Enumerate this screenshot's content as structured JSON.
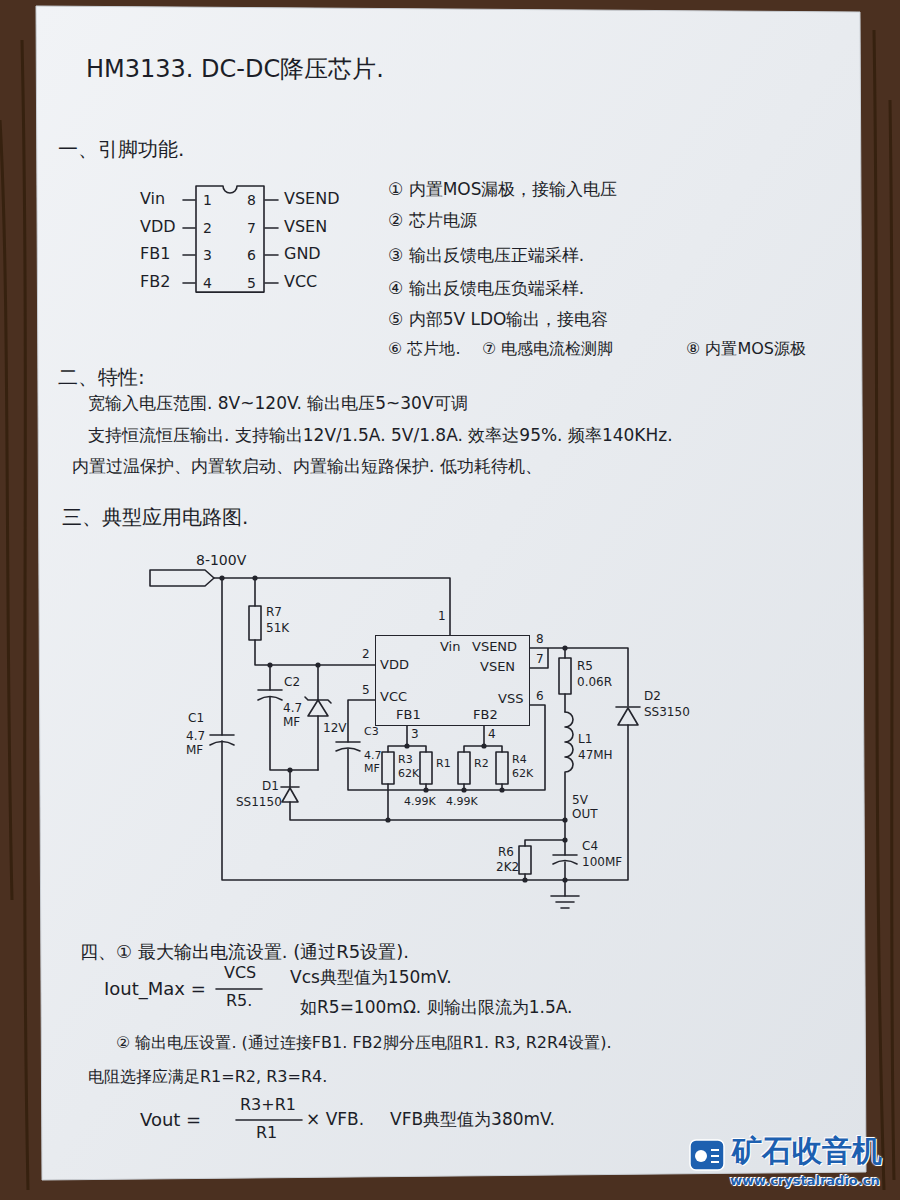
{
  "diagram": {
    "title": "HM3133. DC-DC降压芯片.",
    "nodes": [
      {
        "text": [
          "1",
          "2",
          "3",
          "4",
          "8",
          "7",
          "6",
          "5"
        ]
      },
      {
        "text": [
          "Vin",
          "VDD",
          "VCC",
          "FB1",
          "FB2",
          "VSEND",
          "VSEN",
          "VSS"
        ]
      }
    ],
    "labels": [
      "一、引脚功能.",
      "Vin",
      "VDD",
      "FB1",
      "FB2",
      "VSEND",
      "VSEN",
      "GND",
      "VCC",
      "① 内置MOS漏极，接输入电压",
      "② 芯片电源",
      "③ 输出反馈电压正端采样.",
      "④ 输出反馈电压负端采样.",
      "⑤ 内部5V LDO输出，接电容",
      "⑥ 芯片地.",
      "⑦ 电感电流检测脚",
      "⑧ 内置MOS源极",
      "二、特性:",
      "宽输入电压范围. 8V~120V. 输出电压5~30V可调",
      "支持恒流恒压输出. 支持输出12V/1.5A. 5V/1.8A. 效率达95%. 频率140KHz.",
      "内置过温保护、内置软启动、内置输出短路保护. 低功耗待机、",
      "三、典型应用电路图.",
      "8-100V",
      "R7",
      "51K",
      "C1",
      "4.7 MF",
      "C2",
      "4.7 MF",
      "12V",
      "D1",
      "SS1150",
      "2",
      "5",
      "C3",
      "4.7 MF",
      "1",
      "3",
      "4",
      "R3",
      "62K",
      "R1",
      "R2",
      "R4",
      "62K",
      "4.99K",
      "4.99K",
      "8",
      "7",
      "6",
      "R5",
      "0.06R",
      "L1",
      "47MH",
      "D2",
      "SS3150",
      "5V OUT",
      "R6",
      "2K2",
      "C4",
      "100MF",
      "四、① 最大输出电流设置. (通过R5设置).",
      "Iout_Max =",
      "VCS",
      "R5.",
      "Vcs典型值为150mV.",
      "如R5=100mΩ. 则输出限流为1.5A.",
      "② 输出电压设置. (通过连接FB1. FB2脚分压电阻R1. R3, R2R4设置).",
      "电阻选择应满足R1=R2, R3=R4.",
      "Vout =",
      "R3+R1",
      "R1",
      "× VFB.",
      "VFB典型值为380mV.",
      "矿石收音机",
      "www.crystalradio.cn"
    ]
  }
}
